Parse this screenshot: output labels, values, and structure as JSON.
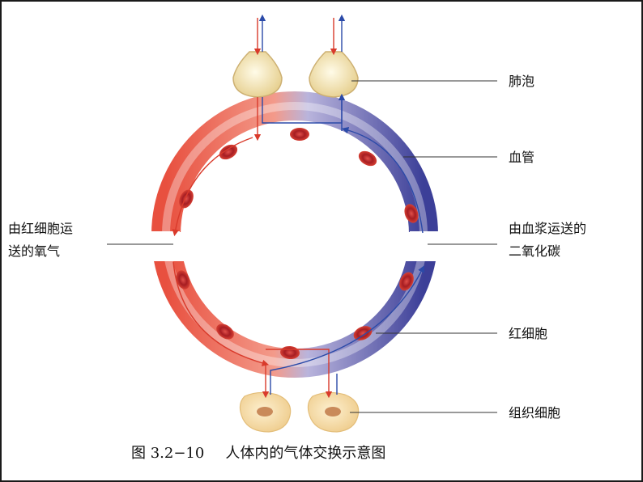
{
  "labels": {
    "alveolus": "肺泡",
    "vessel": "血管",
    "oxygen_line1": "由红细胞运",
    "oxygen_line2": "送的氧气",
    "co2_line1": "由血浆运送的",
    "co2_line2": "二氧化碳",
    "rbc": "红细胞",
    "tissue_cell": "组织细胞"
  },
  "caption": {
    "number": "图 3.2−10",
    "title": "人体内的气体交换示意图"
  },
  "colors": {
    "oxygenated": "#e04a3c",
    "deoxygenated": "#2e3f9a",
    "arrow_red": "#d93a2b",
    "arrow_blue": "#2b4aa8",
    "alveolus_fill": "#f2e2b0",
    "tissue_fill": "#f7dca8",
    "nucleus": "#c98a5a",
    "rbc": "#c8242a"
  }
}
